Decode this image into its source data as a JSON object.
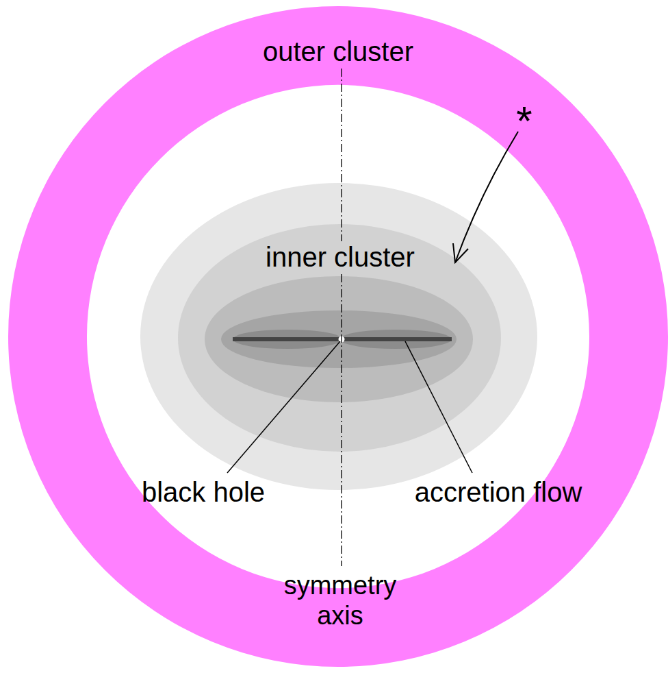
{
  "diagram": {
    "nodes": [
      {
        "text": [
          "outer cluster"
        ]
      },
      {
        "text": [
          "inner cluster"
        ],
        "in": 0
      }
    ],
    "labels": [
      "*",
      "black hole",
      "accretion flow",
      "symmetry axis"
    ]
  }
}
